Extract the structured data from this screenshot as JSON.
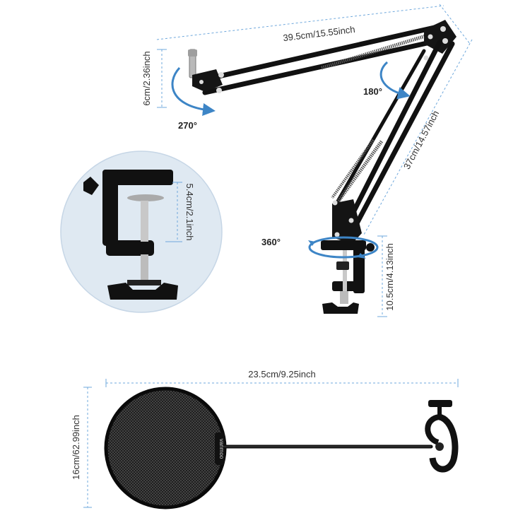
{
  "dimensions": {
    "arm_upper_length": "39.5cm/15.55inch",
    "arm_lower_length": "37cm/14.57inch",
    "mount_height": "6cm/2.36inch",
    "clamp_opening": "5.4cm/2.1inch",
    "clamp_height": "10.5cm/4.13inch",
    "filter_length": "23.5cm/9.25inch",
    "filter_diameter": "16cm/62.99inch"
  },
  "angles": {
    "mount_rotation": "270°",
    "arm_rotation": "180°",
    "base_rotation": "360°"
  },
  "brand": "vanmoo",
  "colors": {
    "dimension_line": "#6fa8dc",
    "arrow": "#3d85c6",
    "product": "#111111",
    "inset_background": "#dfe9f2"
  }
}
